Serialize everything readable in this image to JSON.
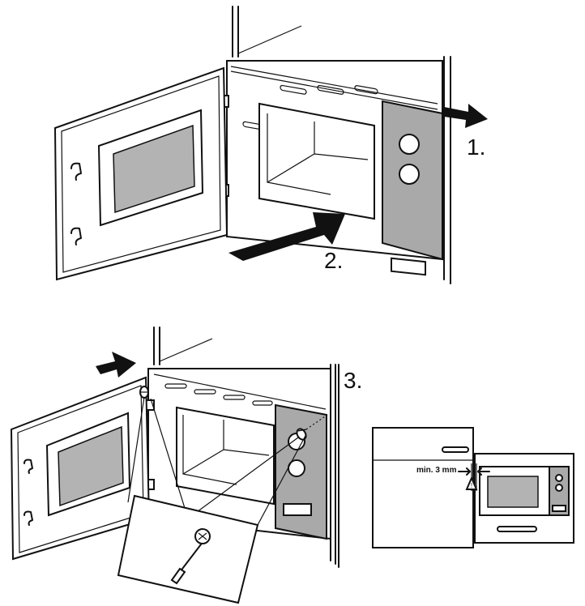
{
  "steps": {
    "step1": "1.",
    "step2": "2.",
    "step3": "3."
  },
  "dimension_label": "min. 3 mm",
  "colors": {
    "ink": "#111111",
    "panel_gray": "#a9a9a9",
    "glass_gray": "#b3b3b3",
    "background": "#ffffff"
  },
  "icons": [
    "arrow-icon",
    "screw-icon",
    "screwdriver-icon",
    "warning-triangle-icon",
    "knob-icon"
  ]
}
